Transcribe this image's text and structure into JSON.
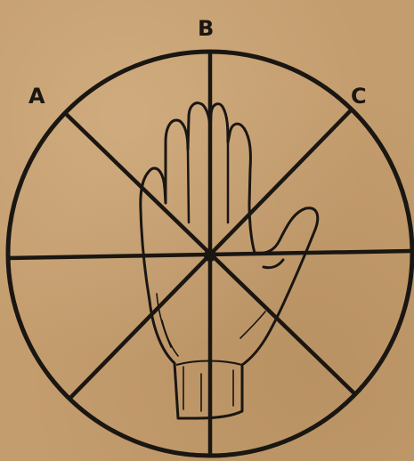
{
  "diagram": {
    "labels": {
      "a": "A",
      "b": "B",
      "c": "C"
    },
    "colors": {
      "paper": "#c49d6e",
      "ink": "#1a1612"
    }
  }
}
